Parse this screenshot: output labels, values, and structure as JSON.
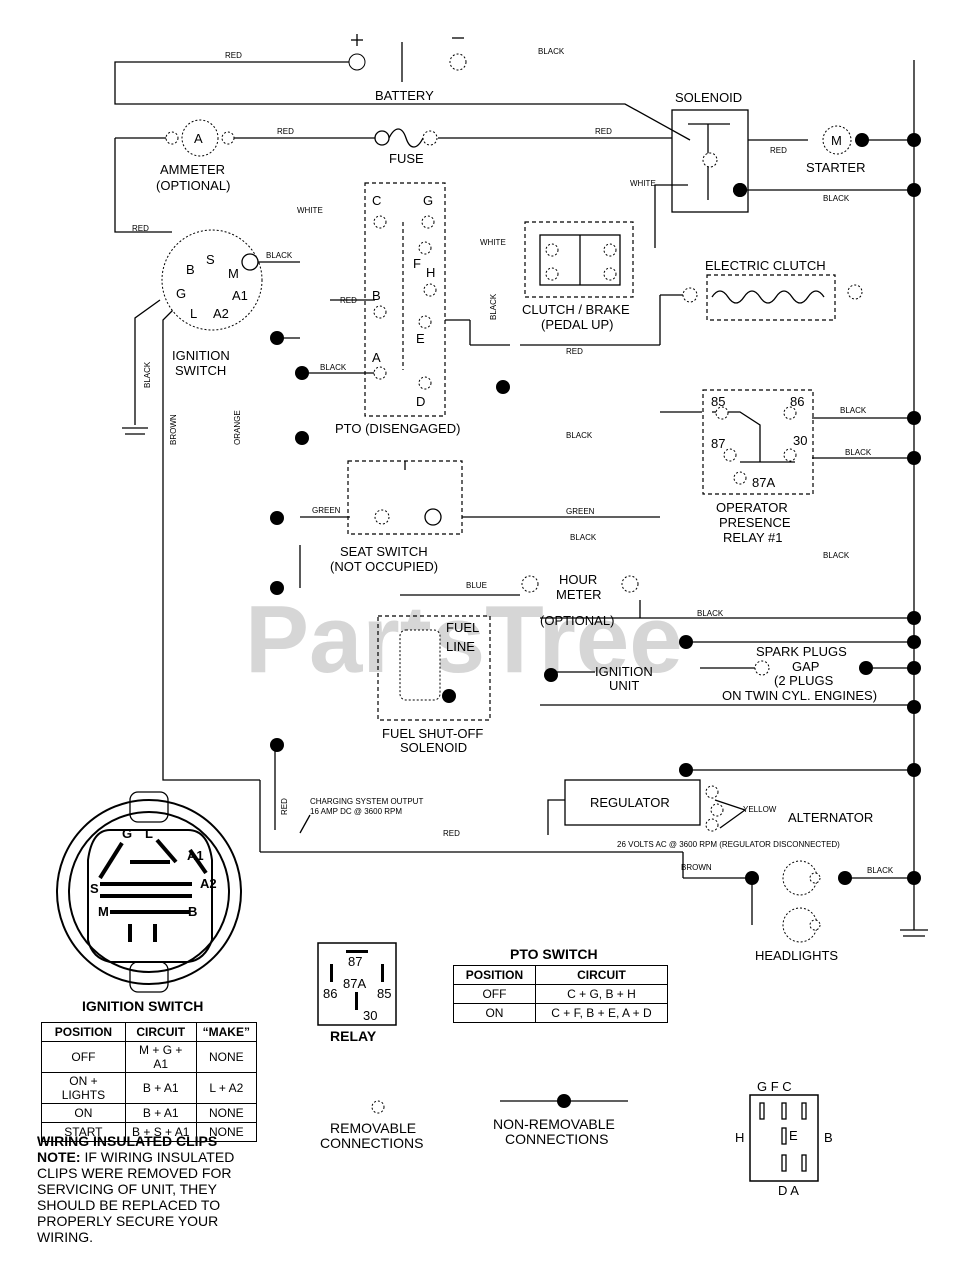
{
  "watermark": "PartsTree",
  "components": {
    "battery": "BATTERY",
    "battery_plus": "+",
    "battery_minus": "−",
    "solenoid": "SOLENOID",
    "starter": "STARTER",
    "starter_m": "M",
    "ammeter_a": "A",
    "ammeter_line1": "AMMETER",
    "ammeter_line2": "(OPTIONAL)",
    "fuse": "FUSE",
    "ignition_switch_line1": "IGNITION",
    "ignition_switch_line2": "SWITCH",
    "pto_disengaged": "PTO (DISENGAGED)",
    "clutch_brake_line1": "CLUTCH / BRAKE",
    "clutch_brake_line2": "(PEDAL UP)",
    "electric_clutch": "ELECTRIC CLUTCH",
    "relay_line1": "OPERATOR",
    "relay_line2": "PRESENCE",
    "relay_line3": "RELAY #1",
    "seat_switch_line1": "SEAT SWITCH",
    "seat_switch_line2": "(NOT OCCUPIED)",
    "hour_meter_line1": "HOUR",
    "hour_meter_line2": "METER",
    "hour_meter_line3": "(OPTIONAL)",
    "fuel_line_1": "FUEL",
    "fuel_line_2": "LINE",
    "fuel_solenoid_line1": "FUEL SHUT-OFF",
    "fuel_solenoid_line2": "SOLENOID",
    "ignition_unit_line1": "IGNITION",
    "ignition_unit_line2": "UNIT",
    "spark_line1": "SPARK PLUGS",
    "spark_line2": "GAP",
    "spark_line3": "(2 PLUGS",
    "spark_line4": "ON TWIN CYL. ENGINES)",
    "regulator": "REGULATOR",
    "alternator": "ALTERNATOR",
    "alternator_note": "26 VOLTS AC @ 3600 RPM (REGULATOR DISCONNECTED)",
    "charging_line1": "CHARGING SYSTEM OUTPUT",
    "charging_line2": "16 AMP DC @ 3600 RPM",
    "headlights": "HEADLIGHTS"
  },
  "terminals": {
    "ign": [
      "B",
      "S",
      "M",
      "G",
      "A1",
      "L",
      "A2"
    ],
    "pto": [
      "C",
      "G",
      "F",
      "H",
      "B",
      "E",
      "A",
      "D"
    ],
    "relay": [
      "85",
      "86",
      "87",
      "30",
      "87A"
    ]
  },
  "wire_colors": {
    "red": "RED",
    "black": "BLACK",
    "white": "WHITE",
    "green": "GREEN",
    "blue": "BLUE",
    "brown": "BROWN",
    "orange": "ORANGE",
    "yellow": "YELLOW"
  },
  "ignition_diagram": {
    "title": "IGNITION SWITCH",
    "labels": [
      "G",
      "L",
      "A1",
      "S",
      "A2",
      "M",
      "B"
    ],
    "table": {
      "headers": [
        "POSITION",
        "CIRCUIT",
        "“MAKE”"
      ],
      "rows": [
        [
          "OFF",
          "M + G + A1",
          "NONE"
        ],
        [
          "ON + LIGHTS",
          "B + A1",
          "L + A2"
        ],
        [
          "ON",
          "B + A1",
          "NONE"
        ],
        [
          "START",
          "B + S + A1",
          "NONE"
        ]
      ]
    }
  },
  "relay_diagram": {
    "title": "RELAY",
    "pins": [
      "87",
      "86",
      "87A",
      "85",
      "30"
    ]
  },
  "pto_switch_table": {
    "title": "PTO SWITCH",
    "headers": [
      "POSITION",
      "CIRCUIT"
    ],
    "rows": [
      [
        "OFF",
        "C + G, B + H"
      ],
      [
        "ON",
        "C + F, B + E, A + D"
      ]
    ]
  },
  "legend": {
    "removable_line1": "REMOVABLE",
    "removable_line2": "CONNECTIONS",
    "nonremovable_line1": "NON-REMOVABLE",
    "nonremovable_line2": "CONNECTIONS"
  },
  "pto_connector": {
    "top": "G F C",
    "left": "H",
    "center": "E",
    "right": "B",
    "bottom": "D A"
  },
  "note": {
    "title": "WIRING INSULATED CLIPS",
    "label": "NOTE:",
    "text": " IF WIRING INSULATED CLIPS WERE REMOVED FOR SERVICING OF UNIT, THEY SHOULD BE REPLACED TO PROPERLY SECURE YOUR WIRING."
  }
}
